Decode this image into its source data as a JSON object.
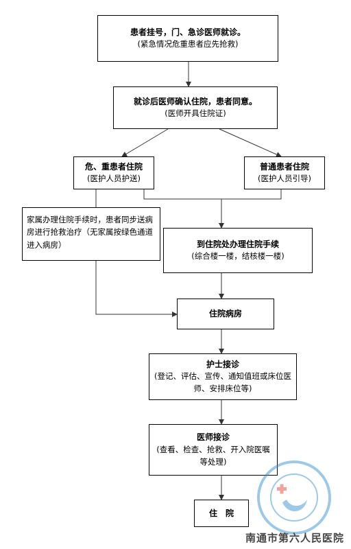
{
  "steps": {
    "registration": {
      "title": "患者挂号，门、急诊医师就诊。",
      "note": "(紧急情况危重患者应先抢救)"
    },
    "confirm": {
      "title": "就诊后医师确认住院，患者同意。",
      "note": "(医师开具住院证)"
    },
    "critical": {
      "title": "危、重患者住院",
      "note": "(医护人员护送)"
    },
    "ordinary": {
      "title": "普通患者住院",
      "note": "(医护人员引导)"
    },
    "family": {
      "text": "家属办理住院手续时，患者同步送病房进行抢救治疗（无家属按绿色通道进入病房）"
    },
    "admission": {
      "title": "到住院处办理住院手续",
      "note": "(综合楼一楼，结核楼一楼)"
    },
    "ward": {
      "title": "住院病房"
    },
    "nurse": {
      "title": "护士接诊",
      "note": "(登记、评估、宣传、通知值班或床位医师、安排床位等)"
    },
    "doctor": {
      "title": "医师接诊",
      "note": "(查看、检查、抢救、开入院医嘱等处理)"
    },
    "final": {
      "title": "住　院"
    }
  },
  "footer": "南通市第六人民医院",
  "colors": {
    "line": "#333333",
    "logo": "#2b8ac9",
    "logo_cross": "#e0352b"
  }
}
